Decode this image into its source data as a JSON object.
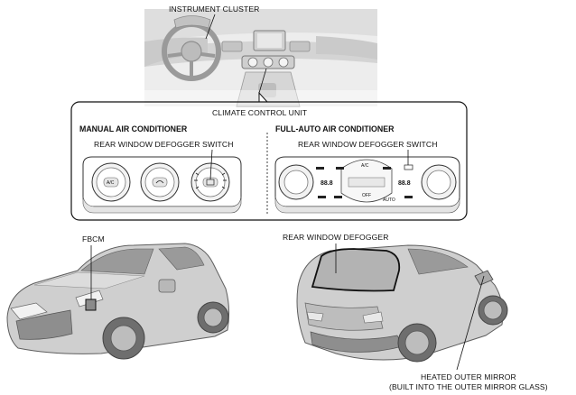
{
  "labels": {
    "instrument_cluster": "INSTRUMENT CLUSTER",
    "climate_control_unit": "CLIMATE CONTROL UNIT",
    "manual_ac": "MANUAL AIR CONDITIONER",
    "full_auto_ac": "FULL-AUTO AIR CONDITIONER",
    "rear_defogger_switch_manual": "REAR WINDOW DEFOGGER SWITCH",
    "rear_defogger_switch_auto": "REAR WINDOW DEFOGGER SWITCH",
    "fbcm": "FBCM",
    "rear_window_defogger": "REAR WINDOW DEFOGGER",
    "heated_mirror_line1": "HEATED OUTER MIRROR",
    "heated_mirror_line2": "(BUILT INTO THE OUTER MIRROR GLASS)"
  },
  "panel_text": {
    "ac": "A/C",
    "off": "OFF",
    "auto": "AUTO",
    "temp_left": "88.8",
    "temp_right": "88.8"
  }
}
